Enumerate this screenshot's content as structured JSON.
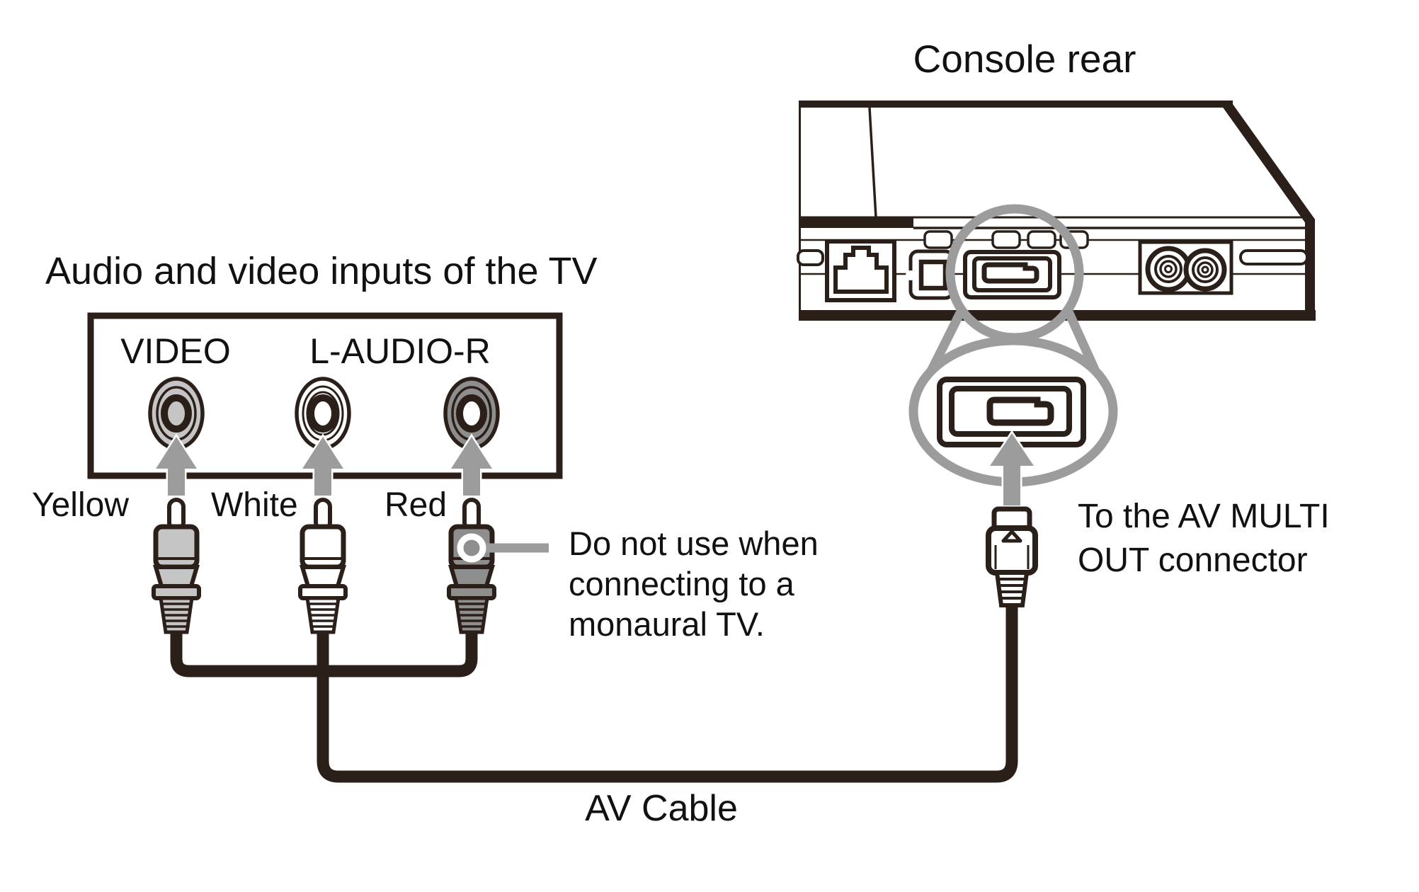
{
  "labels": {
    "console_rear": "Console rear",
    "tv_inputs": "Audio and video inputs of the TV",
    "video": "VIDEO",
    "l_audio_r": "L-AUDIO-R",
    "yellow": "Yellow",
    "white": "White",
    "red": "Red",
    "av_cable": "AV Cable"
  },
  "callouts": {
    "mono_warning_line1": "Do not use when",
    "mono_warning_line2": "connecting to a",
    "mono_warning_line3": "monaural TV.",
    "av_multi_line1": "To the AV MULTI",
    "av_multi_line2": "OUT connector"
  },
  "tv_panel": {
    "jacks": [
      {
        "id": "video",
        "panel_label": "VIDEO",
        "plug_color": "Yellow",
        "shade": "#c5c5c5"
      },
      {
        "id": "audio-left",
        "panel_label": "L-AUDIO-R",
        "plug_color": "White",
        "shade": "#ffffff"
      },
      {
        "id": "audio-right",
        "panel_label": "L-AUDIO-R",
        "plug_color": "Red",
        "shade": "#8e8e8e"
      }
    ]
  },
  "colors": {
    "line_art": "#2b2019",
    "text": "#111111",
    "gray_accent": "#9c9c9c",
    "yellow_plug_shade": "#c5c5c5",
    "white_plug_shade": "#ffffff",
    "red_plug_shade": "#8e8e8e",
    "background": "#ffffff"
  }
}
